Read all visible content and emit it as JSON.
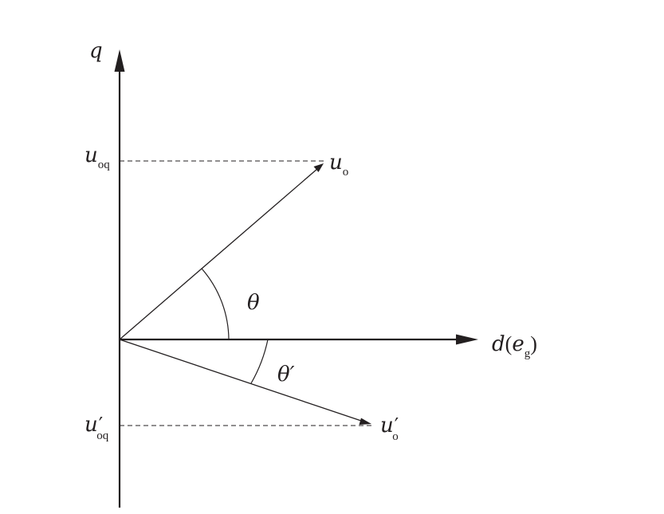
{
  "axes": {
    "q_label": "q",
    "d_label": "d",
    "d_paren_open": "(",
    "d_inner": "e",
    "d_inner_sub": "g",
    "d_paren_close": ")"
  },
  "vectors": {
    "uo": {
      "symbol": "u",
      "sub": "o"
    },
    "uo_prime": {
      "symbol": "u",
      "prime": "′",
      "sub": "o"
    }
  },
  "projections": {
    "uoq": {
      "symbol": "u",
      "sub": "oq"
    },
    "uoq_prime": {
      "symbol": "u",
      "prime": "′",
      "sub": "oq"
    }
  },
  "angles": {
    "theta": "θ",
    "theta_prime": "θ′"
  },
  "colors": {
    "ink": "#231f20"
  }
}
